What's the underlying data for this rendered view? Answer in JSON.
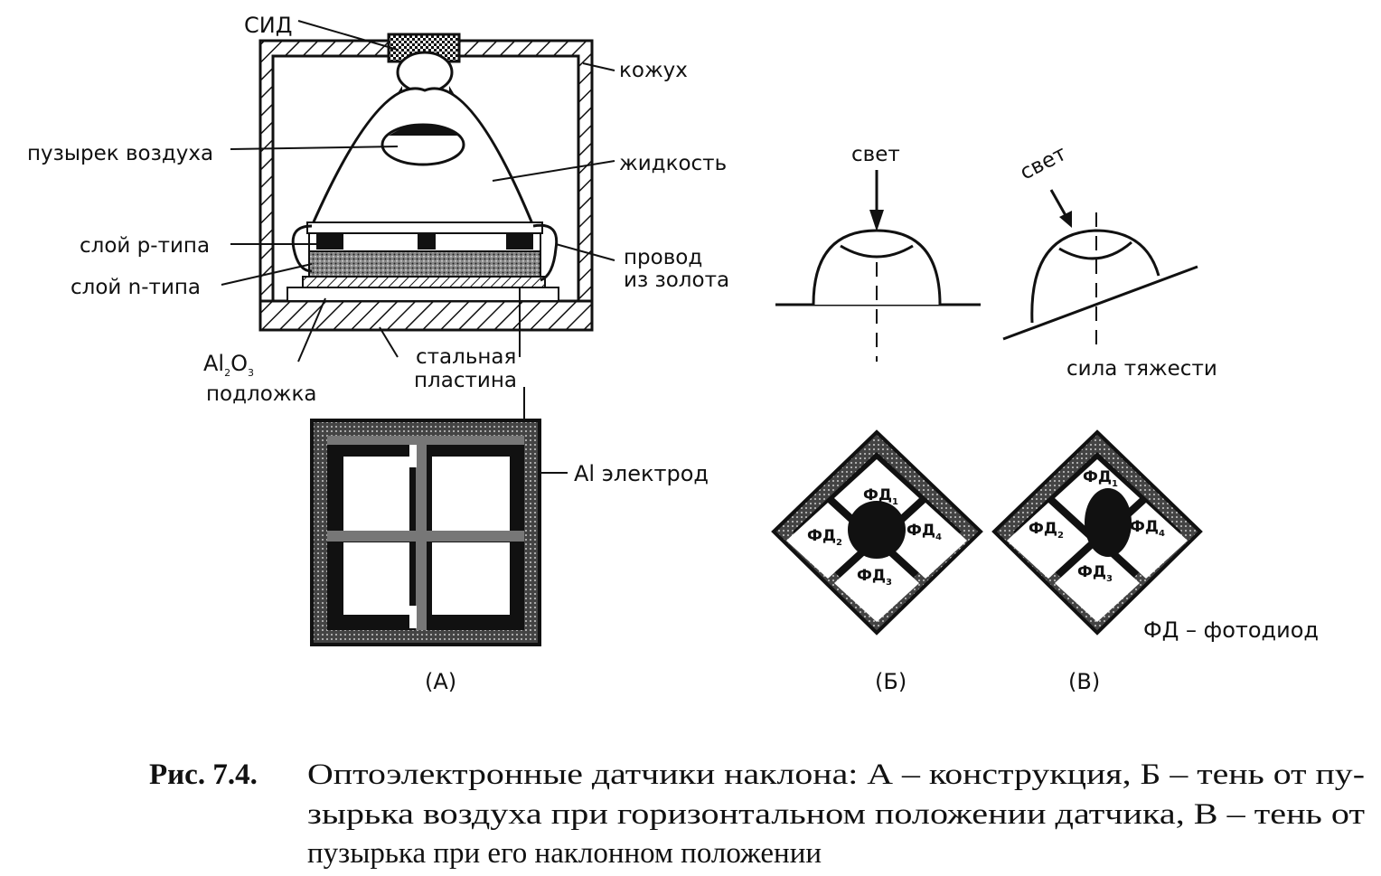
{
  "panel_a": {
    "labels": {
      "sid": "СИД",
      "kozhukh": "кожух",
      "bubble": "пузырек воздуха",
      "liquid": "жидкость",
      "p_layer": "слой р-типа",
      "n_layer": "слой n-типа",
      "wire_1": "провод",
      "wire_2": "из золота",
      "al2o3_base": "Al",
      "al2o3_sub2": "2",
      "al2o3_o": "O",
      "al2o3_sub3": "3",
      "substrate": "подложка",
      "steel_1": "стальная",
      "steel_2": "пластина",
      "al_electrode": "Al электрод"
    },
    "tag": "(А)"
  },
  "panel_b": {
    "light": "свет",
    "tag": "(Б)"
  },
  "panel_c": {
    "light": "свет",
    "gravity": "сила тяжести",
    "tag": "(В)"
  },
  "photodiodes": {
    "fd": "ФД",
    "n1": "1",
    "n2": "2",
    "n3": "3",
    "n4": "4",
    "legend": "ФД – фотодиод"
  },
  "caption": {
    "number": "Рис. 7.4.",
    "line1": "Оптоэлектронные датчики наклона: А – конструкция, Б – тень от пу-",
    "line2": "зырька воздуха при горизонтальном положении датчика, В – тень от",
    "line3": "пузырька при его наклонном положении"
  }
}
